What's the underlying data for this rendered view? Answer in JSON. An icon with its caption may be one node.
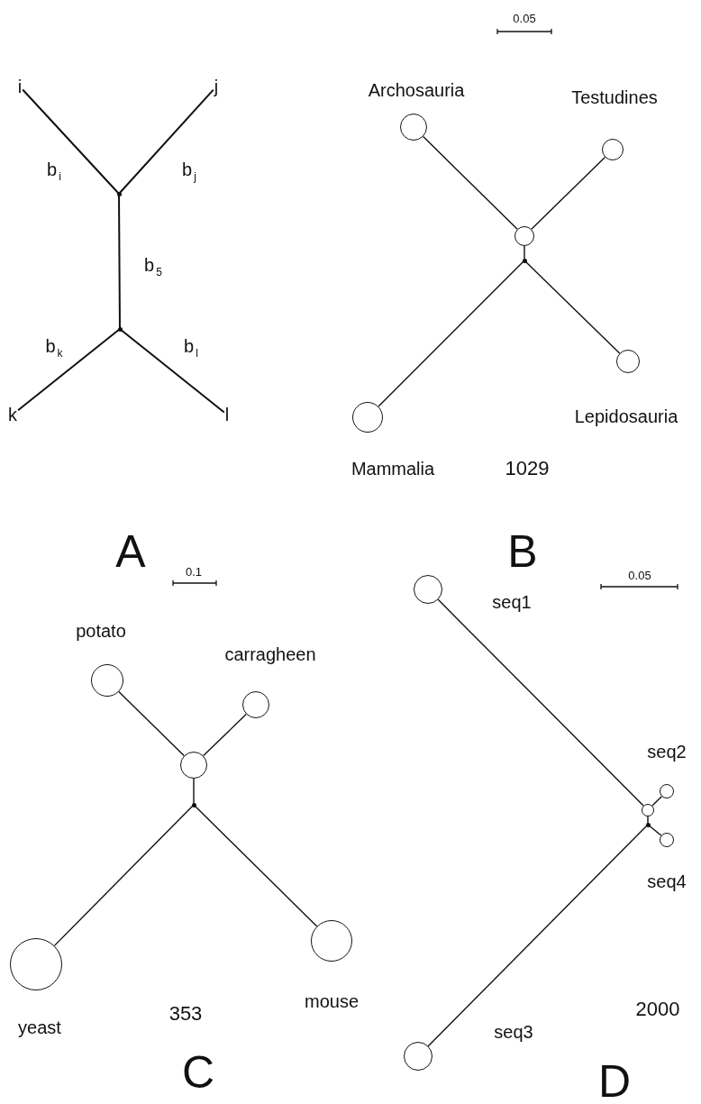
{
  "diagram": {
    "nodes": [
      {
        "text": [
          "i"
        ]
      },
      {
        "text": [
          "j"
        ]
      },
      {
        "text": [],
        "shape": "point"
      },
      {
        "text": [],
        "shape": "point"
      },
      {
        "text": [
          "k"
        ]
      },
      {
        "text": [
          "l"
        ]
      },
      {
        "text": [],
        "shape": "circle",
        "beside": [
          "Archosauria"
        ]
      },
      {
        "text": [],
        "shape": "circle",
        "beside": [
          "Testudines"
        ]
      },
      {
        "text": [],
        "shape": "circle"
      },
      {
        "text": [],
        "shape": "point"
      },
      {
        "text": [],
        "shape": "circle",
        "beside": [
          "Mammalia"
        ]
      },
      {
        "text": [],
        "shape": "circle",
        "beside": [
          "Lepidosauria"
        ]
      },
      {
        "text": [],
        "shape": "circle",
        "beside": [
          "potato"
        ]
      },
      {
        "text": [],
        "shape": "circle",
        "beside": [
          "carragheen"
        ]
      },
      {
        "text": [],
        "shape": "circle"
      },
      {
        "text": [],
        "shape": "point"
      },
      {
        "text": [],
        "shape": "circle",
        "beside": [
          "yeast"
        ]
      },
      {
        "text": [],
        "shape": "circle",
        "beside": [
          "mouse"
        ]
      },
      {
        "text": [],
        "shape": "circle",
        "beside": [
          "seq1"
        ]
      },
      {
        "text": [],
        "shape": "circle",
        "beside": [
          "seq2"
        ]
      },
      {
        "text": [],
        "shape": "circle"
      },
      {
        "text": [],
        "shape": "point"
      },
      {
        "text": [],
        "shape": "circle",
        "beside": [
          "seq4"
        ]
      },
      {
        "text": [],
        "shape": "circle",
        "beside": [
          "seq3"
        ]
      }
    ],
    "edges": [
      {
        "from": 0,
        "to": 2,
        "arrow": "none",
        "label": "b$_{i}$"
      },
      {
        "from": 1,
        "to": 2,
        "arrow": "none",
        "label": "b$_{j}$"
      },
      {
        "from": 2,
        "to": 3,
        "arrow": "none",
        "label": "b$_{5}$"
      },
      {
        "from": 3,
        "to": 4,
        "arrow": "none",
        "label": "b$_{k}$"
      },
      {
        "from": 3,
        "to": 5,
        "arrow": "none",
        "label": "b$_{l}$"
      },
      {
        "from": 6,
        "to": 8,
        "arrow": "none"
      },
      {
        "from": 7,
        "to": 8,
        "arrow": "none"
      },
      {
        "from": 8,
        "to": 9,
        "arrow": "none"
      },
      {
        "from": 9,
        "to": 10,
        "arrow": "none"
      },
      {
        "from": 9,
        "to": 11,
        "arrow": "none"
      },
      {
        "from": 12,
        "to": 14,
        "arrow": "none"
      },
      {
        "from": 13,
        "to": 14,
        "arrow": "none"
      },
      {
        "from": 14,
        "to": 15,
        "arrow": "none"
      },
      {
        "from": 15,
        "to": 16,
        "arrow": "none"
      },
      {
        "from": 15,
        "to": 17,
        "arrow": "none"
      },
      {
        "from": 18,
        "to": 20,
        "arrow": "none"
      },
      {
        "from": 19,
        "to": 20,
        "arrow": "none"
      },
      {
        "from": 20,
        "to": 21,
        "arrow": "none"
      },
      {
        "from": 21,
        "to": 22,
        "arrow": "none"
      },
      {
        "from": 21,
        "to": 23,
        "arrow": "none"
      }
    ],
    "labels": [
      "0.05",
      "1029",
      "A",
      "B",
      "0.1",
      "0.05",
      "353",
      "2000",
      "C",
      "D"
    ]
  }
}
